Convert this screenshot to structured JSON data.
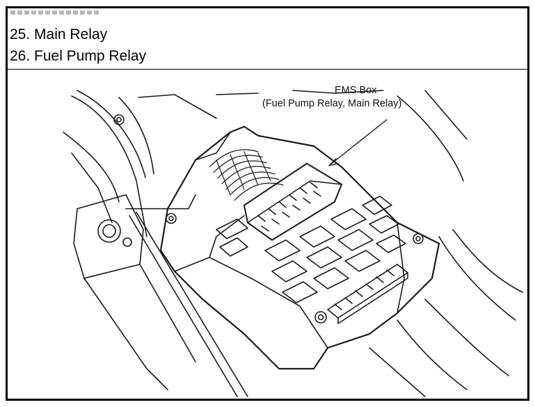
{
  "caption": {
    "lines": [
      "25. Main Relay",
      "26. Fuel Pump Relay"
    ]
  },
  "diagram": {
    "callout_title": "EMS Box",
    "callout_subtitle": "(Fuel Pump Relay, Main Relay)",
    "line_color": "#1a1a1a",
    "background": "#ffffff"
  }
}
